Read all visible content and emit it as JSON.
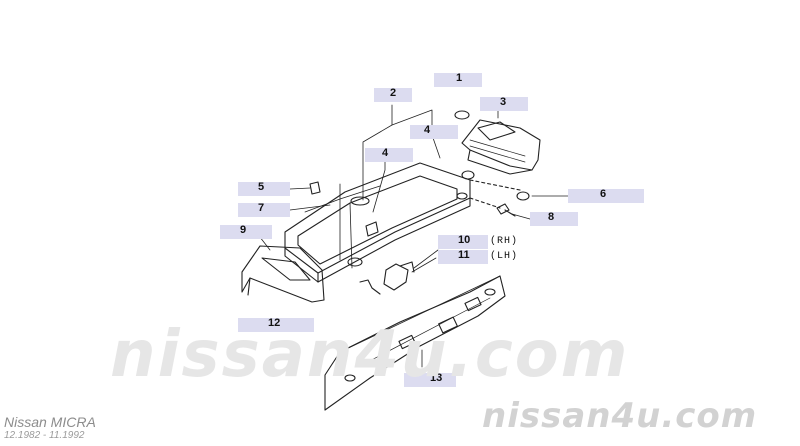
{
  "callouts": [
    {
      "num": "1"
    },
    {
      "num": "2"
    },
    {
      "num": "3"
    },
    {
      "num": "4"
    },
    {
      "num": "4"
    },
    {
      "num": "5"
    },
    {
      "num": "6"
    },
    {
      "num": "7"
    },
    {
      "num": "8"
    },
    {
      "num": "9"
    },
    {
      "num": "10",
      "suffix": "(RH)"
    },
    {
      "num": "11",
      "suffix": "(LH)"
    },
    {
      "num": "12"
    },
    {
      "num": "13"
    }
  ],
  "watermark": {
    "center": "nissan4u.com",
    "corner": "nissan4u.com"
  },
  "vehicle": {
    "model": "Nissan MICRA",
    "production_dates": "12.1982 - 11.1992"
  },
  "colors": {
    "callout_bg": "#dcdcf0",
    "line": "#222222",
    "watermark": "#e6e6e6"
  }
}
